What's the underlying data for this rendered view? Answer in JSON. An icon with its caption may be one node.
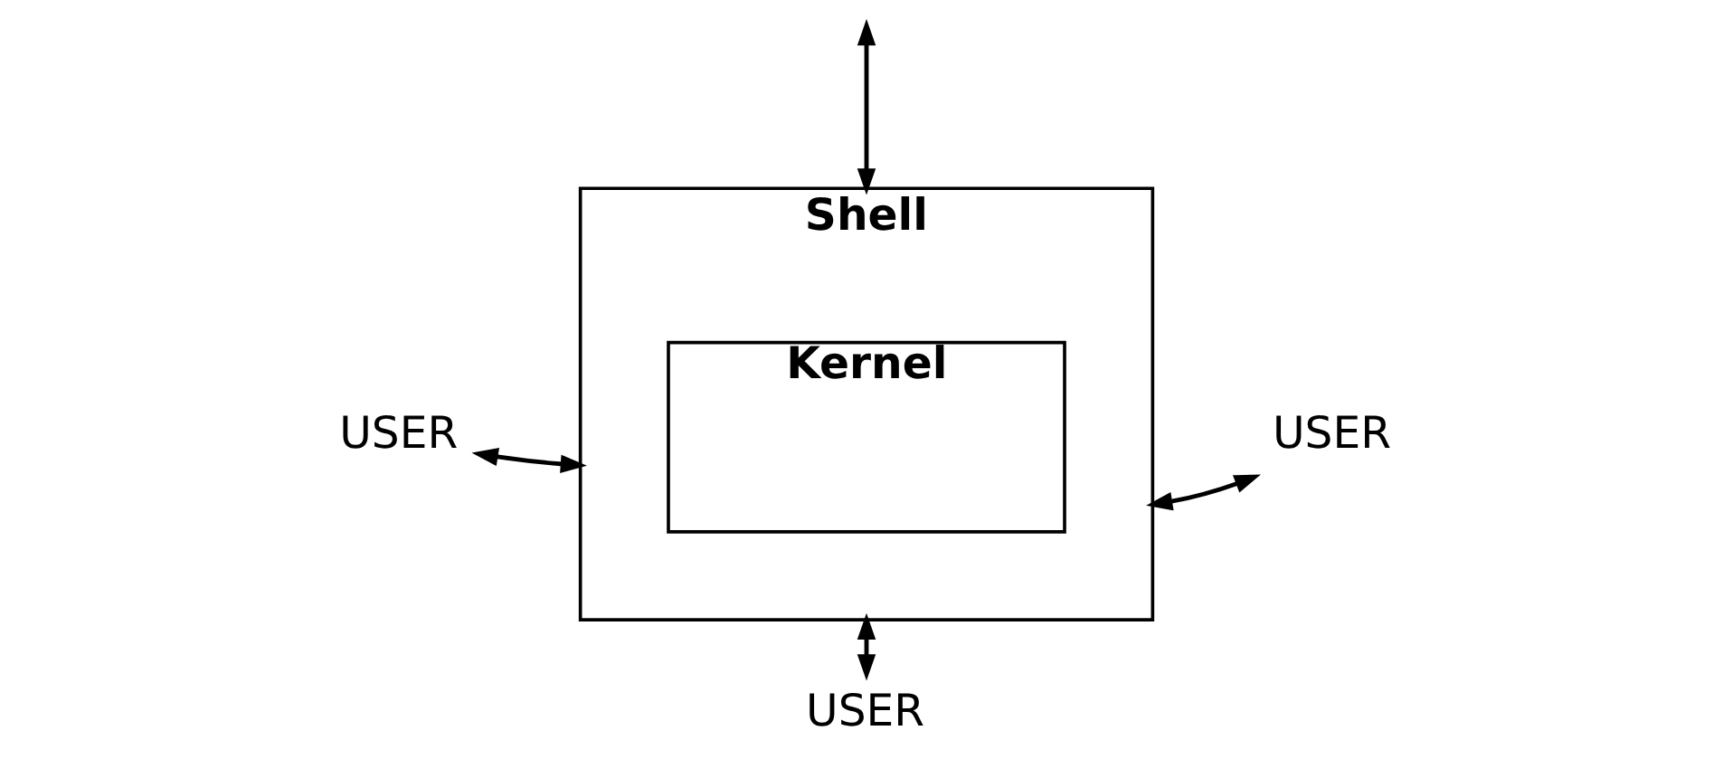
{
  "diagram": {
    "nodes": [
      {
        "text": [
          "Shell"
        ]
      },
      {
        "text": [
          "Kernel"
        ],
        "in": 0
      },
      {
        "text": [
          "USER"
        ]
      },
      {
        "text": [
          "USER"
        ]
      },
      {
        "text": [
          "USER"
        ]
      }
    ],
    "edges": [
      {
        "from": null,
        "to": 0,
        "arrow": "both"
      },
      {
        "from": 2,
        "to": 0,
        "arrow": "both"
      },
      {
        "from": 0,
        "to": 3,
        "arrow": "both"
      },
      {
        "from": 0,
        "to": 4,
        "arrow": "both"
      }
    ]
  }
}
